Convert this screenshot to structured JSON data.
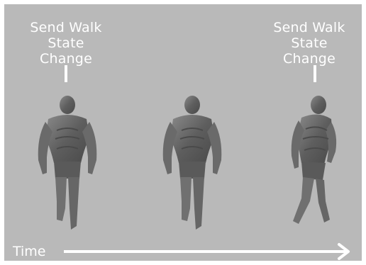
{
  "markers": [
    {
      "label": "Send Walk\nState Change"
    },
    {
      "label": "Send Walk\nState Change"
    }
  ],
  "figures": [
    {
      "pose": "standing"
    },
    {
      "pose": "standing"
    },
    {
      "pose": "walking"
    }
  ],
  "timeline": {
    "label": "Time"
  },
  "colors": {
    "background": "#b9b9b9",
    "text": "#ffffff",
    "figure": "#6d6d6d"
  }
}
